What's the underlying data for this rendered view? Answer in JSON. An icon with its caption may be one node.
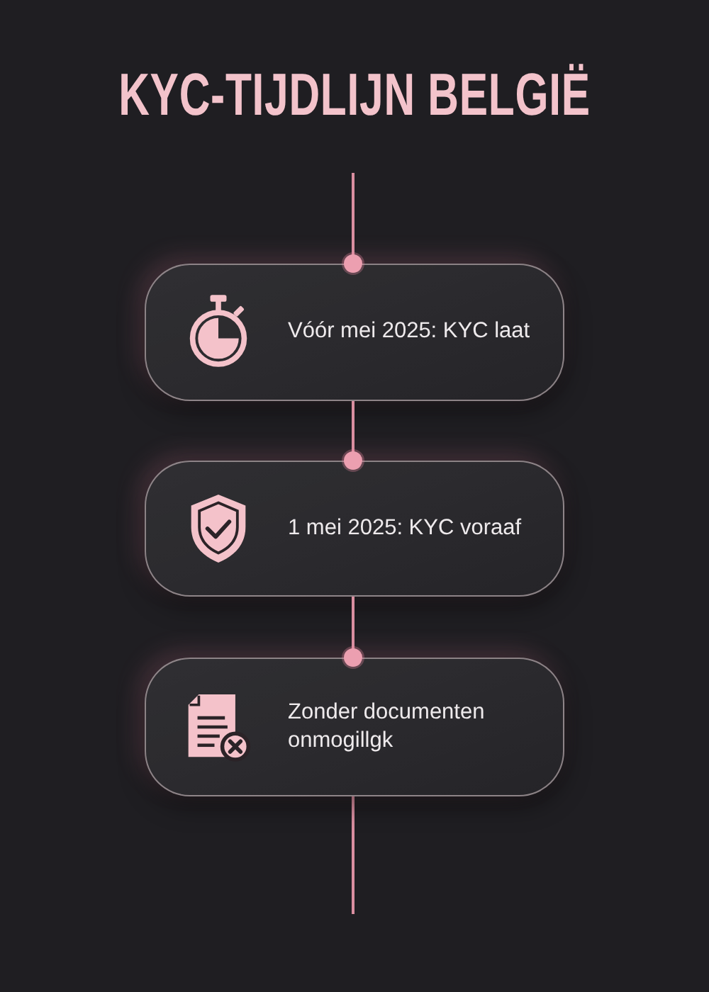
{
  "diagram": {
    "title": "KYC-TIJDLIJN BELGIË",
    "nodes": [
      {
        "text": [
          "Vóór mei 2025: KYC laat"
        ]
      },
      {
        "text": [
          "1 mei 2025: KYC voraaf"
        ]
      },
      {
        "text": [
          "Zonder documenten onmogillgk"
        ]
      }
    ],
    "edges": [
      {
        "from": null,
        "to": 0,
        "arrow": "other"
      },
      {
        "from": 0,
        "to": 1,
        "arrow": "other"
      },
      {
        "from": 1,
        "to": 2,
        "arrow": "other"
      },
      {
        "from": 2,
        "to": null,
        "arrow": "none"
      }
    ]
  }
}
